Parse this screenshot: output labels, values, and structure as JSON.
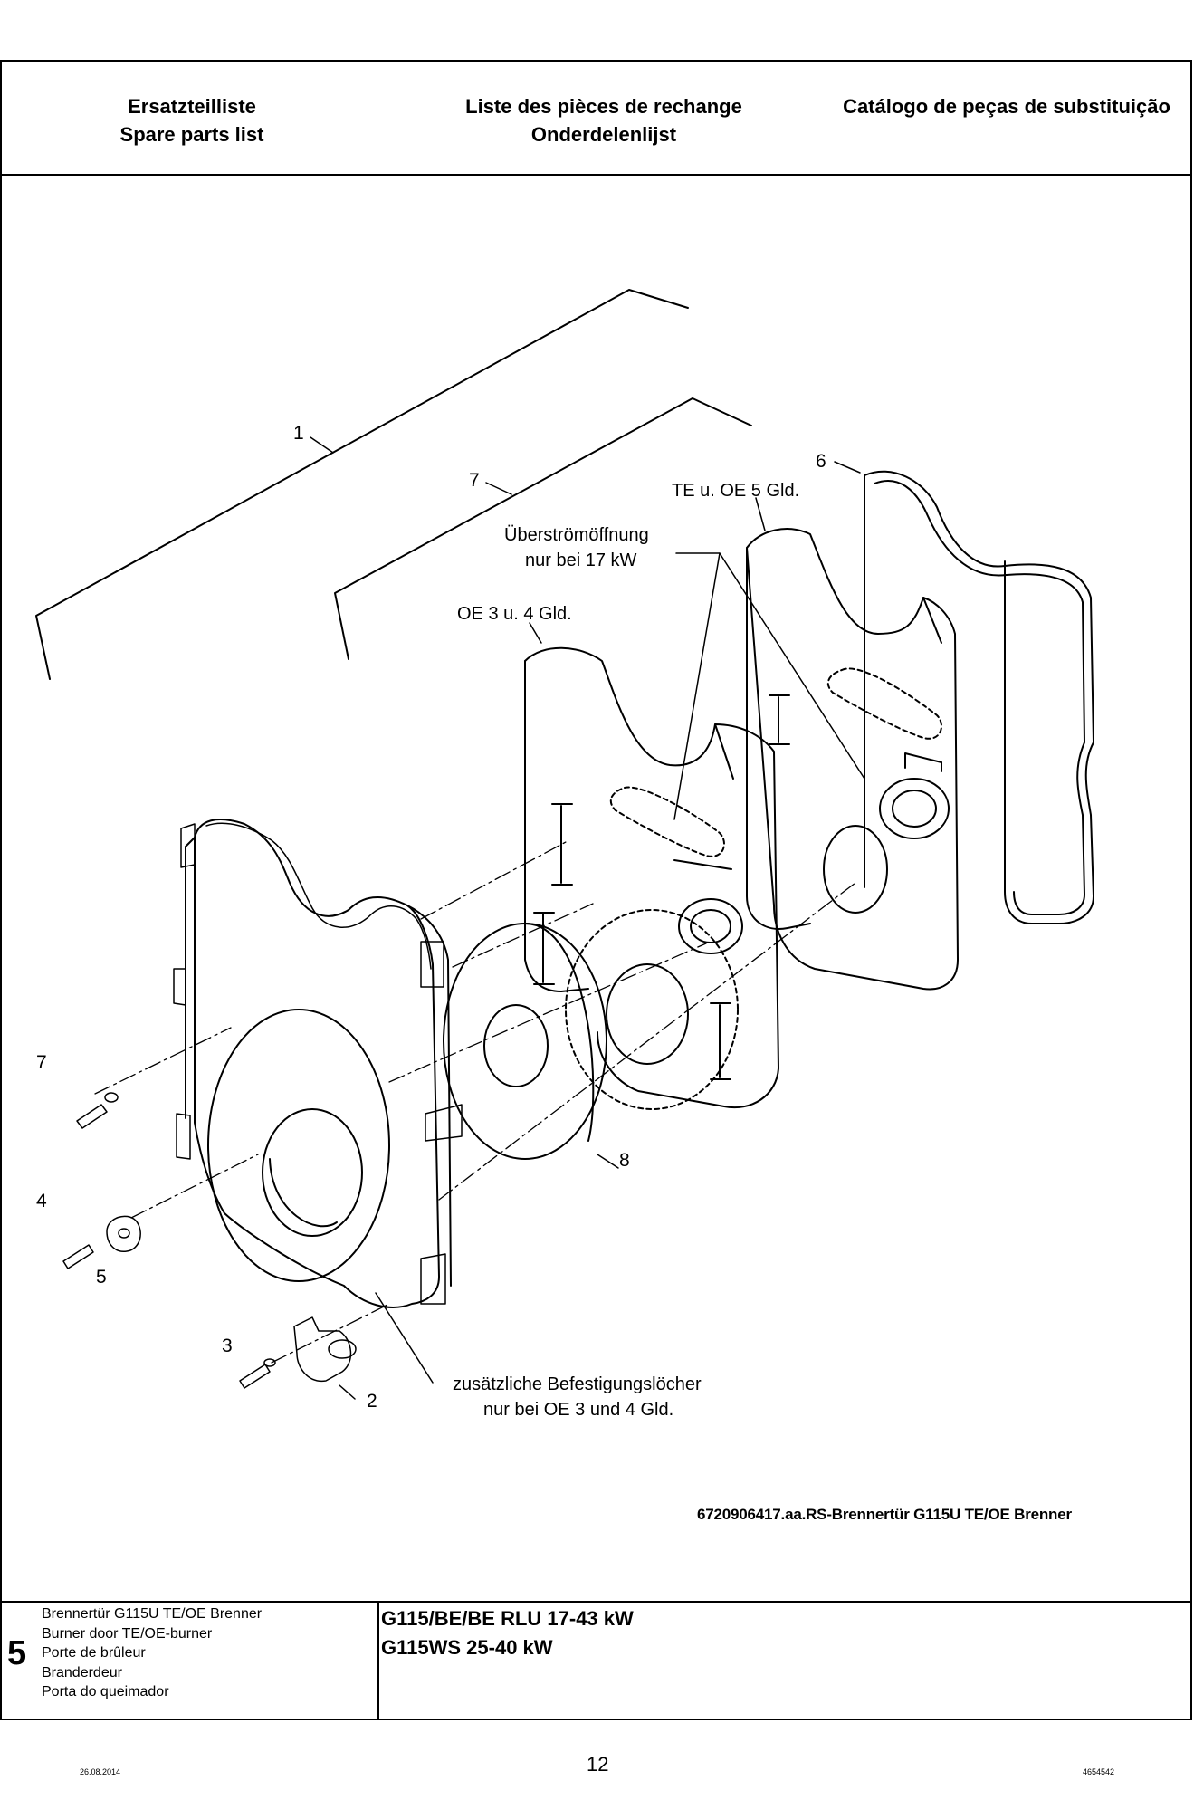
{
  "header": {
    "col1": [
      "Ersatzteilliste",
      "Spare parts list"
    ],
    "col2": [
      "Liste des pièces de rechange",
      "Onderdelenlijst"
    ],
    "col3": [
      "Catálogo de peças de substituição"
    ]
  },
  "diagram": {
    "callouts": [
      "1",
      "7",
      "6",
      "7",
      "4",
      "5",
      "3",
      "2",
      "8"
    ],
    "notes": {
      "te_oe5": "TE u. OE 5 Gld.",
      "overflow_1": "Überströmöffnung",
      "overflow_2": "nur bei 17 kW",
      "oe34": "OE 3 u. 4 Gld.",
      "extra_holes_1": "zusätzliche Befestigungslöcher",
      "extra_holes_2": "nur bei OE 3 und 4 Gld."
    },
    "caption": "6720906417.aa.RS-Brennertür G115U TE/OE Brenner"
  },
  "section": {
    "number": "5",
    "descriptions": [
      "Brennertür G115U TE/OE Brenner",
      "Burner door TE/OE-burner",
      "Porte de brûleur",
      "Branderdeur",
      "Porta do queimador"
    ],
    "models": [
      "G115/BE/BE RLU 17-43 kW",
      "G115WS 25-40 kW"
    ]
  },
  "footer": {
    "date": "26.08.2014",
    "page": "12",
    "code": "4654542"
  }
}
